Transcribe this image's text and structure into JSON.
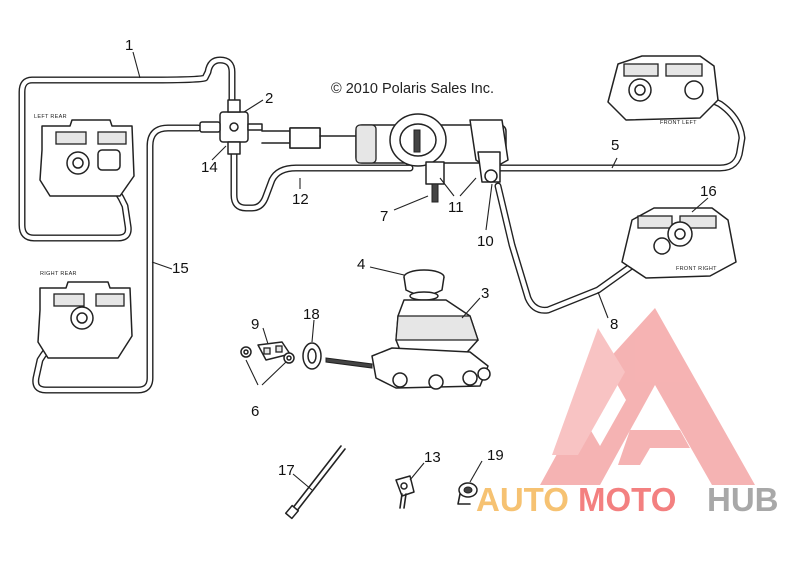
{
  "copyright": "© 2010 Polaris Sales Inc.",
  "caliper_labels": {
    "left_rear": "LEFT REAR",
    "right_rear": "RIGHT REAR",
    "front_left": "FRONT LEFT",
    "front_right": "FRONT RIGHT"
  },
  "callouts": [
    "1",
    "2",
    "3",
    "4",
    "5",
    "6",
    "7",
    "8",
    "9",
    "10",
    "11",
    "12",
    "13",
    "14",
    "15",
    "16",
    "17",
    "18",
    "19"
  ],
  "watermark": {
    "part1": "AUTO",
    "part2": "MOTO",
    "part3": "HUB",
    "colors": {
      "auto": "#f5b85a",
      "moto": "#f26b6b",
      "hub": "#9a9a9a",
      "triangle": "#f28c8c"
    }
  }
}
